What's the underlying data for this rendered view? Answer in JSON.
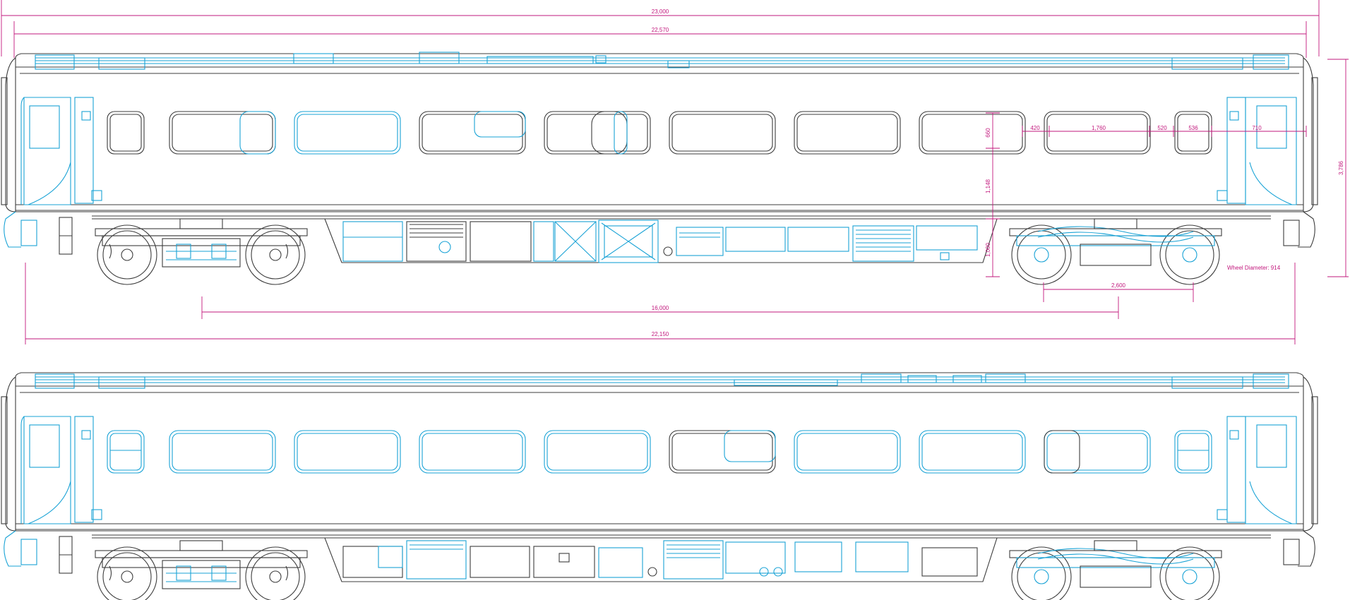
{
  "colors": {
    "accent": "#1aa3d6",
    "outline": "#3c3c3c",
    "dimension": "#c2187d"
  },
  "dimensions": {
    "overall_length": "23,000",
    "body_length": "22,570",
    "bogie_centres": "16,000",
    "coupler_span": "22,150",
    "height": "3,786",
    "window_height": "660",
    "waist_height": "1,148",
    "floor_height": "1,000",
    "pier_end": "420",
    "window_width": "1,760",
    "pier_mid": "520",
    "small_window": "536",
    "door_offset": "710",
    "bogie_wheelbase": "2,600",
    "wheel_diameter": "Wheel Diameter: 914"
  }
}
